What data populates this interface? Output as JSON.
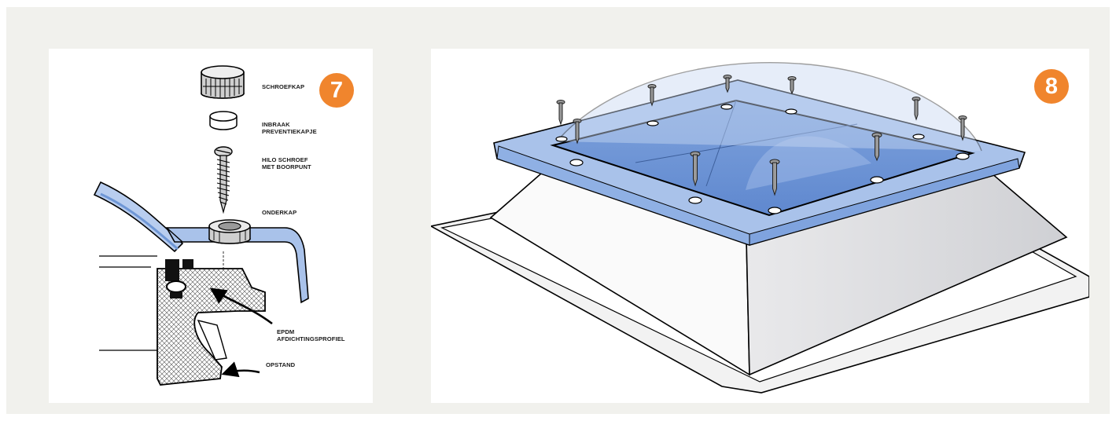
{
  "panel7": {
    "step": "7",
    "labels": {
      "schroefkap": "SCHROEFKAP",
      "inbraak_1": "INBRAAK",
      "inbraak_2": "PREVENTIEKAPJE",
      "hilo_1": "HILO SCHROEF",
      "hilo_2": "MET BOORPUNT",
      "onderkap": "ONDERKAP",
      "epdm_1": "EPDM",
      "epdm_2": "AFDICHTINGSPROFIEL",
      "opstand": "OPSTAND"
    }
  },
  "panel8": {
    "step": "8"
  },
  "colors": {
    "badge": "#f0852d",
    "frame_bg": "#f1f1ed",
    "dome_blue": "#6f97d6",
    "flange_blue": "#a9c2ea"
  }
}
